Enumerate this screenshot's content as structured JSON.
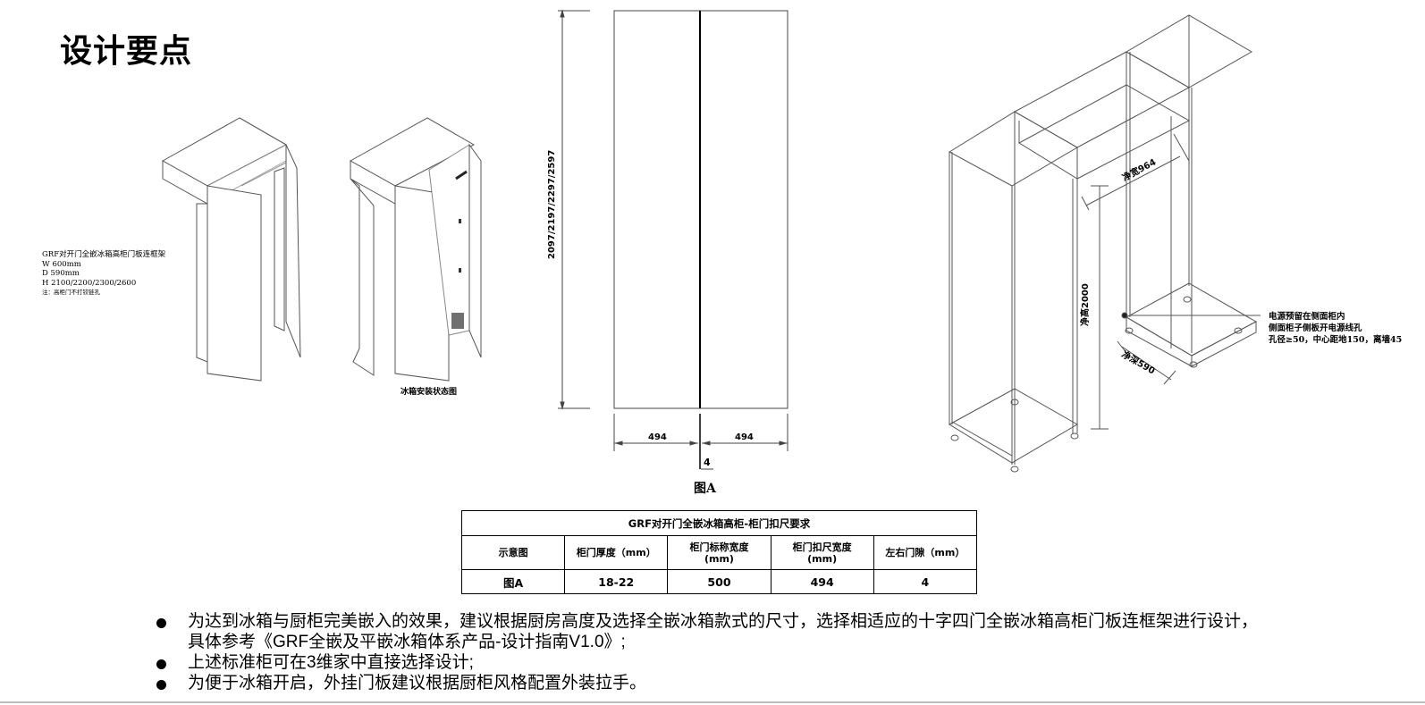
{
  "page": {
    "title": "设计要点"
  },
  "left_figure": {
    "spec_lines": [
      "GRF对开门全嵌冰箱高柜门板连框架",
      "W 600mm",
      "D 590mm",
      "H 2100/2200/2300/2600"
    ],
    "note": "注：高柜门不打铰链孔",
    "caption": "冰箱安装状态图"
  },
  "figure_a": {
    "height_label": "2097/2197/2297/2597",
    "width_left": "494",
    "width_right": "494",
    "gap": "4",
    "caption": "图A"
  },
  "frame_figure": {
    "net_width": "净宽964",
    "net_height": "净高2000",
    "net_depth": "净深590",
    "callout_lines": [
      "电源预留在侧面柜内",
      "侧面柜子侧板开电源线孔",
      "孔径≥50，中心距地150，离墙45"
    ]
  },
  "table": {
    "title": "GRF对开门全嵌冰箱高柜-柜门扣尺要求",
    "headers": [
      "示意图",
      "柜门厚度（mm）",
      "柜门标称宽度\n(mm)",
      "柜门扣尺宽度\n(mm)",
      "左右门隙（mm）"
    ],
    "header_lines": [
      [
        "示意图"
      ],
      [
        "柜门厚度（mm）"
      ],
      [
        "柜门标称宽度",
        "(mm)"
      ],
      [
        "柜门扣尺宽度",
        "(mm)"
      ],
      [
        "左右门隙（mm）"
      ]
    ],
    "rows": [
      [
        "图A",
        "18-22",
        "500",
        "494",
        "4"
      ]
    ]
  },
  "bullets": [
    {
      "lines": [
        "为达到冰箱与厨柜完美嵌入的效果，建议根据厨房高度及选择全嵌冰箱款式的尺寸，选择相适应的十字四门全嵌冰箱高柜门板连框架进行设计，",
        "具体参考《GRF全嵌及平嵌冰箱体系产品-设计指南V1.0》;"
      ]
    },
    {
      "lines": [
        "上述标准柜可在3维家中直接选择设计;"
      ]
    },
    {
      "lines": [
        "为便于冰箱开启，外挂门板建议根据厨柜风格配置外装拉手。"
      ]
    }
  ]
}
